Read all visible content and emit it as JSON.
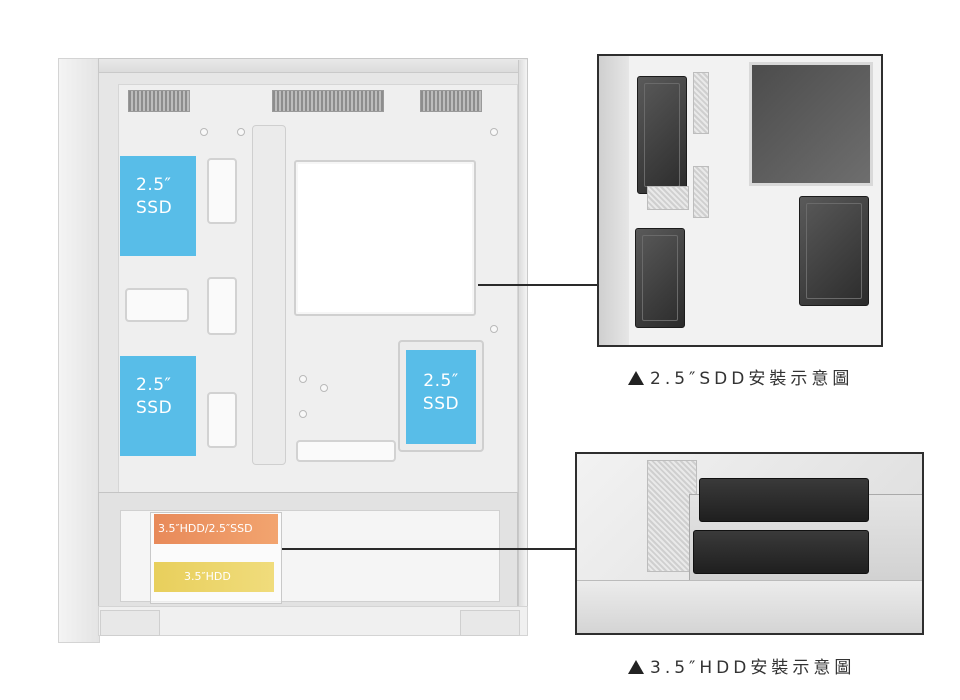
{
  "case_labels": {
    "ssd_left_top": {
      "line1": "2.5″",
      "line2": "SSD"
    },
    "ssd_left_bottom": {
      "line1": "2.5″",
      "line2": "SSD"
    },
    "ssd_right": {
      "line1": "2.5″",
      "line2": "SSD"
    },
    "hdd_upper": "3.5″HDD/2.5″SSD",
    "hdd_lower": "3.5″HDD"
  },
  "captions": {
    "ssd": "2.5″SDD安裝示意圖",
    "hdd": "3.5″HDD安裝示意圖"
  },
  "colors": {
    "ssd_label": "#58bde8",
    "hdd_upper": "#ee9a66",
    "hdd_lower": "#ecd56c",
    "connector": "#2a2a2a"
  }
}
